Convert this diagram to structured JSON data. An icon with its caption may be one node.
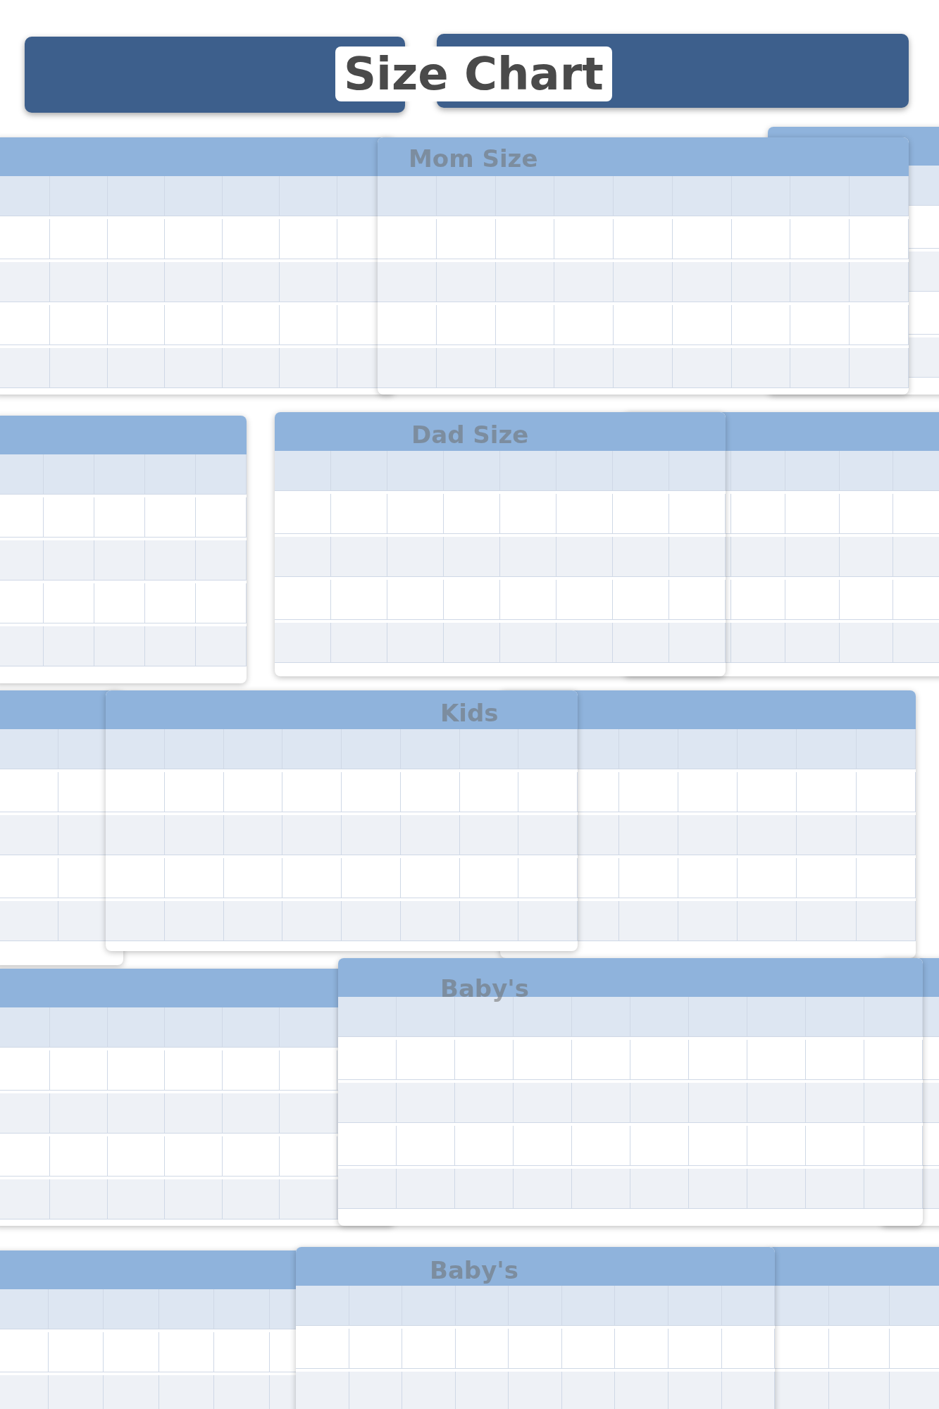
{
  "diagram": {
    "title": "Size Chart",
    "labels": [
      "Mom Size",
      "Dad Size",
      "Kids",
      "Baby's",
      "Baby's"
    ]
  }
}
